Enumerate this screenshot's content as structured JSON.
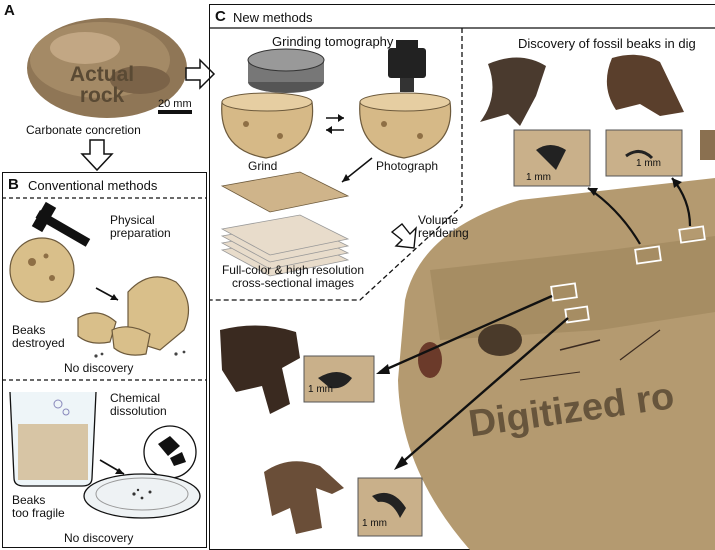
{
  "panelA": {
    "letter": "A",
    "rock_label_line1": "Actual",
    "rock_label_line2": "rock",
    "scale": "20 mm",
    "caption": "Carbonate concretion"
  },
  "panelB": {
    "letter": "B",
    "title": "Conventional methods",
    "physical_line1": "Physical",
    "physical_line2": "preparation",
    "beaks_destroyed_line1": "Beaks",
    "beaks_destroyed_line2": "destroyed",
    "no_discovery_1": "No discovery",
    "chemical_line1": "Chemical",
    "chemical_line2": "dissolution",
    "fragile_line1": "Beaks",
    "fragile_line2": "too fragile",
    "no_discovery_2": "No discovery"
  },
  "panelC": {
    "letter": "C",
    "title": "New methods",
    "grinding_title": "Grinding tomography",
    "grind": "Grind",
    "photograph": "Photograph",
    "images_line1": "Full-color & high resolution",
    "images_line2": "cross-sectional images",
    "volume_line1": "Volume",
    "volume_line2": "rendering",
    "discovery_title": "Discovery of fossil beaks in dig",
    "mm_1": "1 mm",
    "mm_2": "1 mm",
    "mm_3": "1 mm",
    "mm_4": "1 mm",
    "digitized_label": "Digitized ro"
  },
  "colors": {
    "rock_tan": "#c8a878",
    "rock_dark": "#6d5a3c",
    "beak_dark": "#3a2a20",
    "beak_brown": "#5a3f2c",
    "concretion_bg": "#b49a70"
  }
}
